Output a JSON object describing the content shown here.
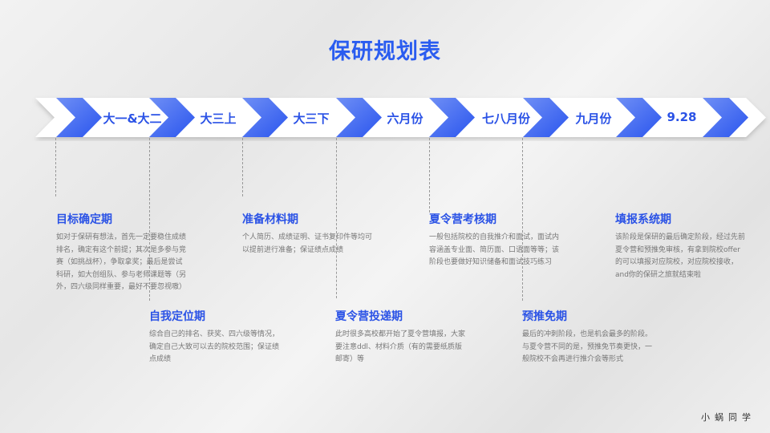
{
  "title": "保研规划表",
  "timeline": [
    "大一&大二",
    "大三上",
    "大三下",
    "六月份",
    "七八月份",
    "九月份",
    "9.28"
  ],
  "phases": [
    {
      "title": "目标确定期",
      "body": "如对于保研有想法，首先一定要稳住成绩排名，确定有这个前提；其次是多参与竞赛（如挑战杯），争取拿奖；最后是尝试科研，如大创组队、参与老师课题等（另外，四六级同样重要，最好不要忽视嗷）"
    },
    {
      "title": "自我定位期",
      "body": "综合自己的排名、获奖、四六级等情况，确定自己大致可以去的院校范围；保证绩点成绩"
    },
    {
      "title": "准备材料期",
      "body": "个人简历、成绩证明、证书复印件等均可以提前进行准备；保证绩点成绩"
    },
    {
      "title": "夏令营投递期",
      "body": "此时很多高校都开始了夏令营填报，大家要注意ddl、材料介质（有的需要纸质版邮寄）等"
    },
    {
      "title": "夏令营考核期",
      "body": "一般包括院校的自我推介和面试，面试内容涵盖专业面、简历面、口语面等等；该阶段也要做好知识储备和面试技巧练习"
    },
    {
      "title": "预推免期",
      "body": "最后的冲刺阶段，也是机会最多的阶段。与夏令营不同的是，预推免节奏更快，一般院校不会再进行推介会等形式"
    },
    {
      "title": "填报系统期",
      "body": "该阶段是保研的最后确定阶段，经过先前夏令营和预推免审核，有拿到院校offer的可以填报对应院校，对应院校接收，and你的保研之旅就结束啦"
    }
  ],
  "watermark": "小蜗同学",
  "colors": {
    "accent": "#2a52e6"
  }
}
